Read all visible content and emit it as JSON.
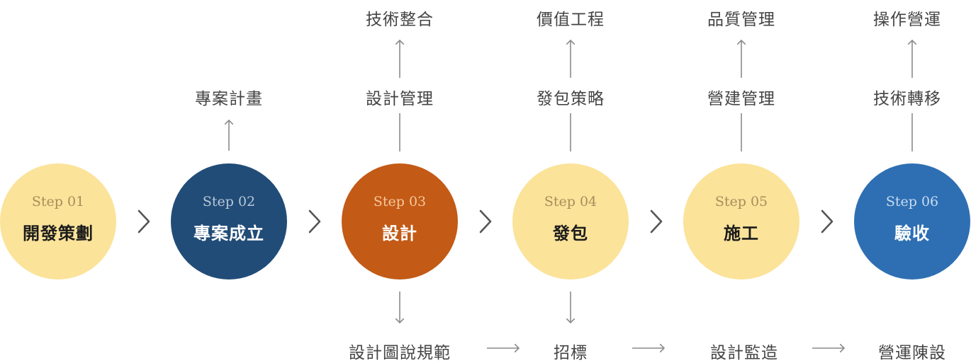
{
  "steps": [
    {
      "step": "Step 01",
      "title": "開發策劃"
    },
    {
      "step": "Step 02",
      "title": "專案成立"
    },
    {
      "step": "Step 03",
      "title": "設計"
    },
    {
      "step": "Step 04",
      "title": "發包"
    },
    {
      "step": "Step 05",
      "title": "施工"
    },
    {
      "step": "Step 06",
      "title": "驗收"
    }
  ],
  "upper": {
    "s2_mid": "專案計畫",
    "s3_mid": "設計管理",
    "s3_top": "技術整合",
    "s4_mid": "發包策略",
    "s4_top": "價值工程",
    "s5_mid": "營建管理",
    "s5_top": "品質管理",
    "s6_mid": "技術轉移",
    "s6_top": "操作營運"
  },
  "lower": {
    "l1": "設計圖說規範",
    "l2": "招標",
    "l3": "設計監造",
    "l4": "營運陳設"
  },
  "colors": {
    "light": "#fbe39a",
    "navy": "#214c77",
    "orange": "#c35a16",
    "blue": "#2e6fb3",
    "line": "#8a8a8a"
  }
}
